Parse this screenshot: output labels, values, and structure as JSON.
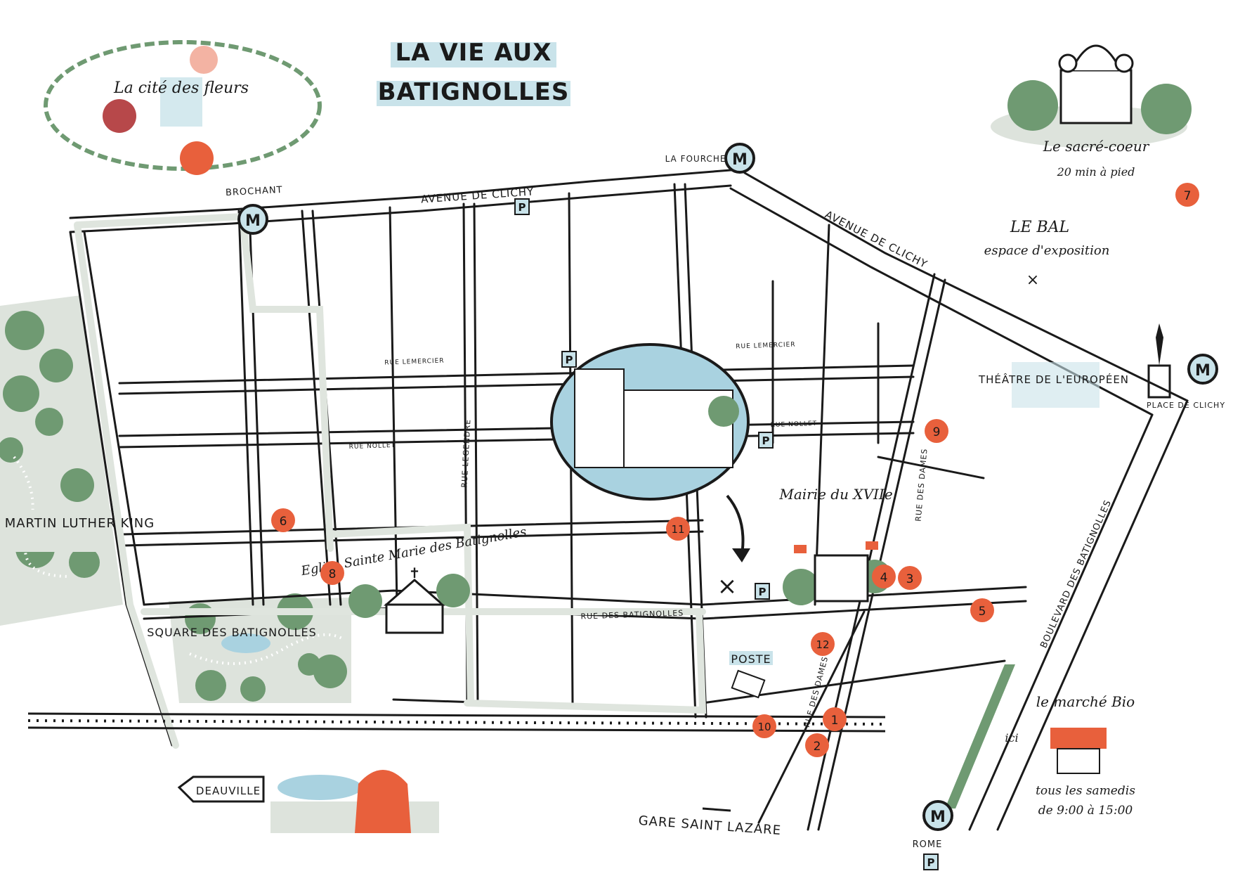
{
  "title": {
    "line1": "LA VIE AUX",
    "line2": "BATIGNOLLES"
  },
  "streets": {
    "avenue_clichy_1": "AVENUE DE CLICHY",
    "avenue_clichy_2": "AVENUE DE CLICHY",
    "rue_lemercier_1": "RUE LEMERCIER",
    "rue_lemercier_2": "RUE LEMERCIER",
    "rue_nollet_1": "RUE NOLLET",
    "rue_nollet_2": "RUE NOLLET",
    "rue_legendre": "RUE LEGENDRE",
    "rue_des_dames_1": "RUE DES DAMES",
    "rue_des_dames_2": "RUE DES DAMES",
    "rue_batignolles": "RUE DES BATIGNOLLES",
    "boulevard": "BOULEVARD DES BATIGNOLLES"
  },
  "metro": {
    "symbol": "M",
    "brochant": "BROCHANT",
    "la_fourche": "LA FOURCHE",
    "place_clichy": "PLACE DE CLICHY",
    "rome": "ROME"
  },
  "parking_symbol": "P",
  "places": {
    "cite_fleurs": "La cité des fleurs",
    "sacre_coeur": "Le sacré-coeur",
    "sacre_coeur_note": "20 min à pied",
    "le_bal": "LE BAL",
    "le_bal_note": "espace d'exposition",
    "theatre": "THÉÂTRE DE L'EUROPÉEN",
    "parc": "PARC MARTIN LUTHER KING",
    "eglise": "Eglise Sainte Marie des Batignolles",
    "square": "SQUARE DES BATIGNOLLES",
    "mairie": "Mairie du XVIIe",
    "poste": "POSTE",
    "marche": "le marché Bio",
    "marche_ici": "ici",
    "marche_note1": "tous les samedis",
    "marche_note2": "de 9:00 à 15:00",
    "gare": "GARE SAINT LAZARE",
    "deauville": "DEAUVILLE"
  },
  "markers": [
    "1",
    "2",
    "3",
    "4",
    "5",
    "6",
    "7",
    "8",
    "9",
    "10",
    "11",
    "12"
  ],
  "colors": {
    "marker": "#e8603c",
    "green": "#6f9a72",
    "park_bg": "#dde3dc",
    "water": "#a9d2e0",
    "road_dot": "#dfe5de",
    "ink": "#1a1a1a",
    "label_bg": "#c9e3ea"
  }
}
